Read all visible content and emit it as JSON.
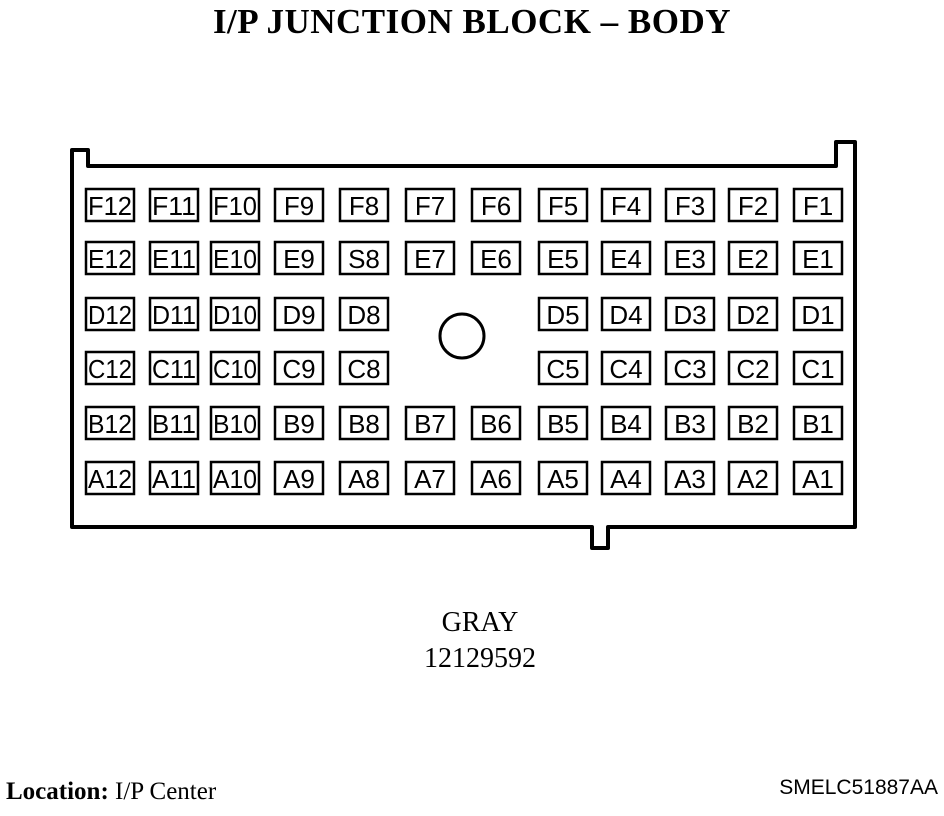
{
  "title": "I/P JUNCTION BLOCK – BODY",
  "connector": {
    "rows": [
      [
        "F12",
        "F11",
        "F10",
        "F9",
        "F8",
        "F7",
        "F6",
        "F5",
        "F4",
        "F3",
        "F2",
        "F1"
      ],
      [
        "E12",
        "E11",
        "E10",
        "E9",
        "S8",
        "E7",
        "E6",
        "E5",
        "E4",
        "E3",
        "E2",
        "E1"
      ],
      [
        "D12",
        "D11",
        "D10",
        "D9",
        "D8",
        "",
        "",
        "D5",
        "D4",
        "D3",
        "D2",
        "D1"
      ],
      [
        "C12",
        "C11",
        "C10",
        "C9",
        "C8",
        "",
        "",
        "C5",
        "C4",
        "C3",
        "C2",
        "C1"
      ],
      [
        "B12",
        "B11",
        "B10",
        "B9",
        "B8",
        "B7",
        "B6",
        "B5",
        "B4",
        "B3",
        "B2",
        "B1"
      ],
      [
        "A12",
        "A11",
        "A10",
        "A9",
        "A8",
        "A7",
        "A6",
        "A5",
        "A4",
        "A3",
        "A2",
        "A1"
      ]
    ],
    "color": "GRAY",
    "part_number": "12129592"
  },
  "location_label": "Location:",
  "location_value": "I/P Center",
  "diagram_code": "SMELC51887AA"
}
